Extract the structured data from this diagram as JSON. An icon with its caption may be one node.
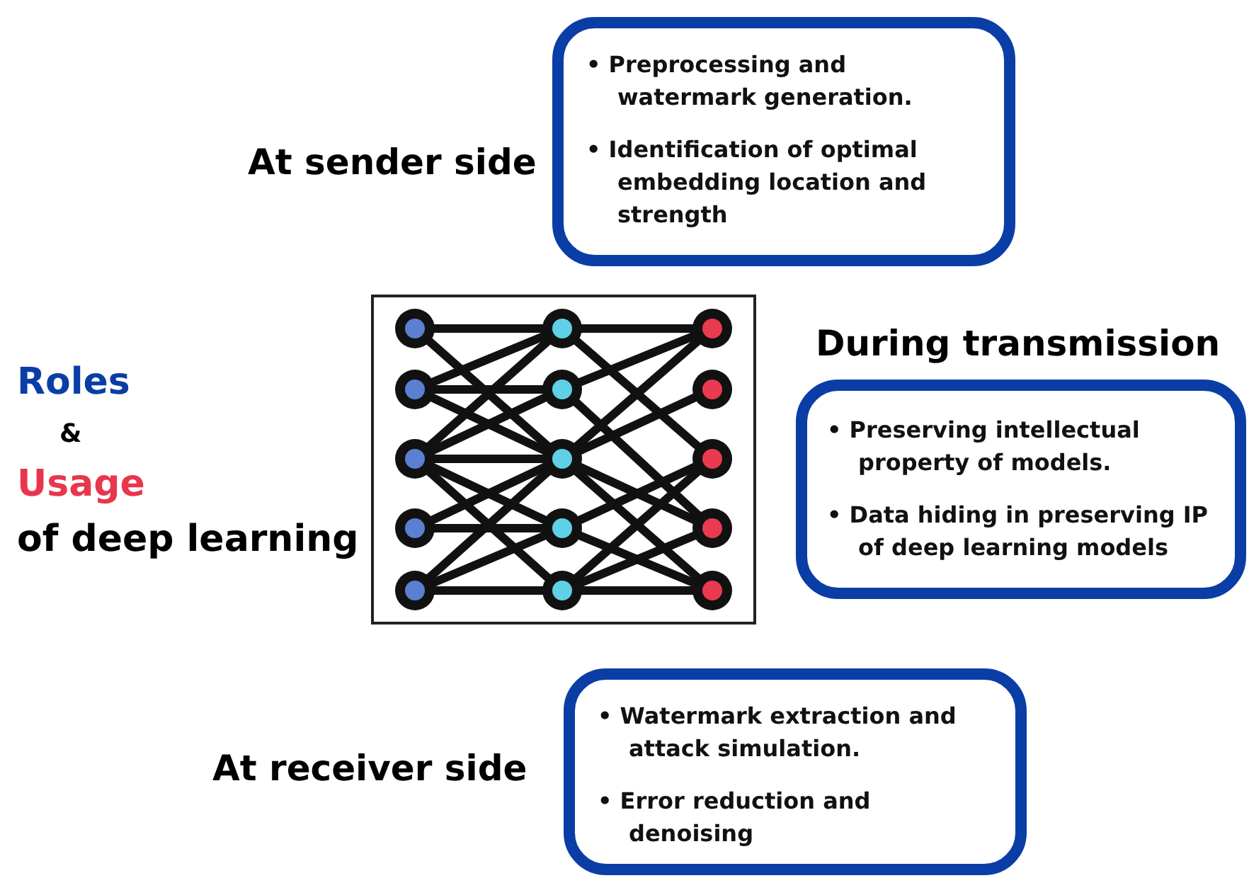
{
  "diagram": {
    "nodes": [
      {
        "text": [
          "• Preprocessing and watermark generation.",
          "• Identification of optimal embedding location and strength"
        ],
        "beside": [
          "At sender side"
        ]
      },
      {
        "text": [
          "• Preserving intellectual property of models.",
          "• Data hiding in preserving IP of deep learning models"
        ],
        "beside": [
          "During transmission"
        ]
      },
      {
        "text": [
          "• Watermark extraction and attack simulation.",
          "• Error reduction and denoising"
        ],
        "beside": [
          "At receiver side"
        ]
      }
    ],
    "edges": [],
    "labels": [
      "Roles",
      "&",
      "Usage",
      "of deep learning"
    ]
  }
}
